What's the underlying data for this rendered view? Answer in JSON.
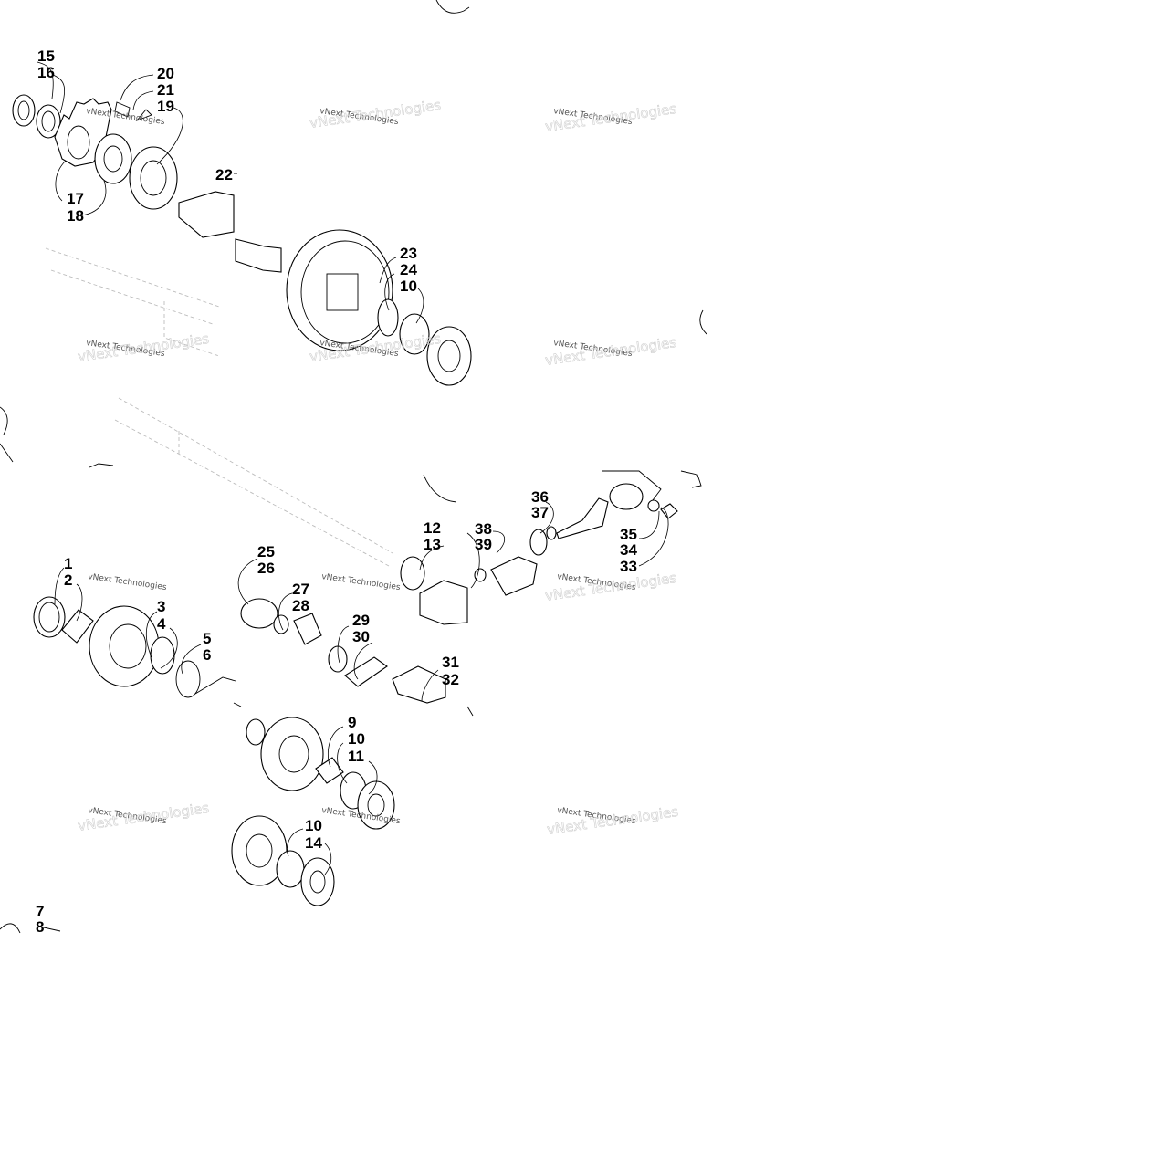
{
  "watermark": "vNext Technologies",
  "callouts": [
    "15",
    "16",
    "17",
    "18",
    "19",
    "20",
    "21",
    "22",
    "23",
    "24",
    "10",
    "1",
    "2",
    "3",
    "4",
    "5",
    "6",
    "7",
    "8",
    "25",
    "26",
    "27",
    "28",
    "29",
    "30",
    "31",
    "32",
    "12",
    "13",
    "9",
    "10",
    "11",
    "10",
    "14",
    "36",
    "37",
    "38",
    "39",
    "35",
    "34",
    "33"
  ]
}
